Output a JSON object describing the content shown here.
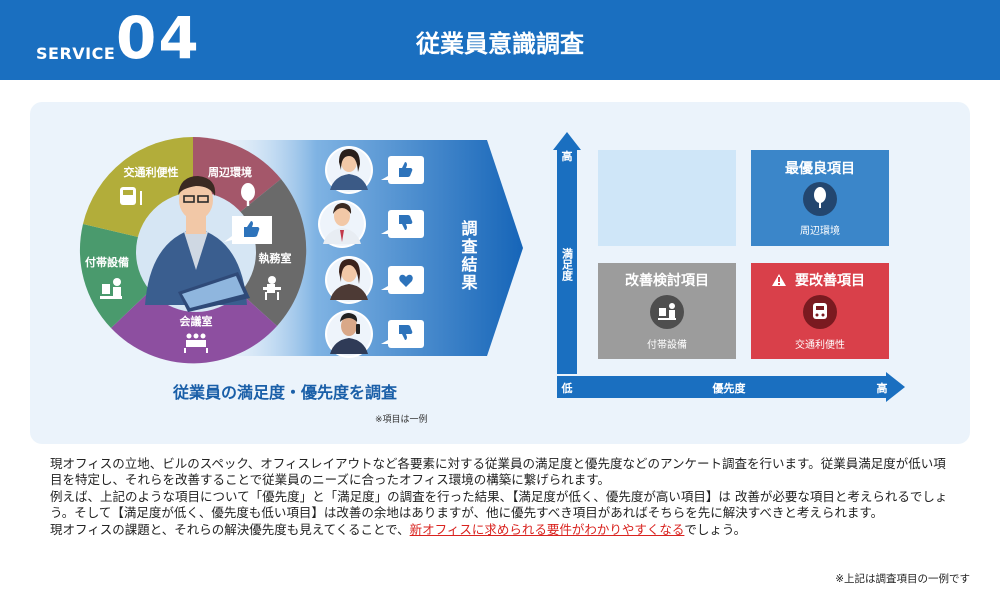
{
  "header": {
    "service_label": "SERVICE",
    "service_number": "04",
    "title": "従業員意識調査"
  },
  "wheel": {
    "segments": [
      {
        "label": "周辺環境",
        "color": "#a4576a"
      },
      {
        "label": "執務室",
        "color": "#6a6a6a"
      },
      {
        "label": "会議室",
        "color": "#8d4fa0"
      },
      {
        "label": "付帯設備",
        "color": "#4a9a6d"
      },
      {
        "label": "交通利便性",
        "color": "#b2ad3a"
      }
    ]
  },
  "result_label": "調査結果",
  "caption": "従業員の満足度・優先度を調査",
  "caption_note": "※項目は一例",
  "matrix": {
    "y_axis_high": "高",
    "y_axis_label": "満足度",
    "x_axis_low": "低",
    "x_axis_label": "優先度",
    "x_axis_high": "高",
    "best": {
      "title": "最優良項目",
      "item": "周辺環境",
      "color": "#3b86c9"
    },
    "review": {
      "title": "改善検討項目",
      "item": "付帯設備",
      "color": "#9c9c9c"
    },
    "must": {
      "title": "要改善項目",
      "item": "交通利便性",
      "color": "#d9404a"
    },
    "empty_color": "#cfe6f8"
  },
  "body": {
    "p1": "現オフィスの立地、ビルのスペック、オフィスレイアウトなど各要素に対する従業員の満足度と優先度などのアンケート調査を行います。従業員満足度が低い項目を特定し、それらを改善することで従業員のニーズに合ったオフィス環境の構築に繋げられます。",
    "p2": "例えば、上記のような項目について「優先度」と「満足度」の調査を行った結果、【満足度が低く、優先度が高い項目】は 改善が必要な項目と考えられるでしょう。そして【満足度が低く、優先度も低い項目】は改善の余地はありますが、他に優先すべき項目があればそちらを先に解決すべきと考えられます。",
    "p3_before": "現オフィスの課題と、それらの解決優先度も見えてくることで、",
    "p3_link": "新オフィスに求められる要件がわかりやすくなる",
    "p3_after": "でしょう。"
  },
  "footnote": "※上記は調査項目の一例です"
}
